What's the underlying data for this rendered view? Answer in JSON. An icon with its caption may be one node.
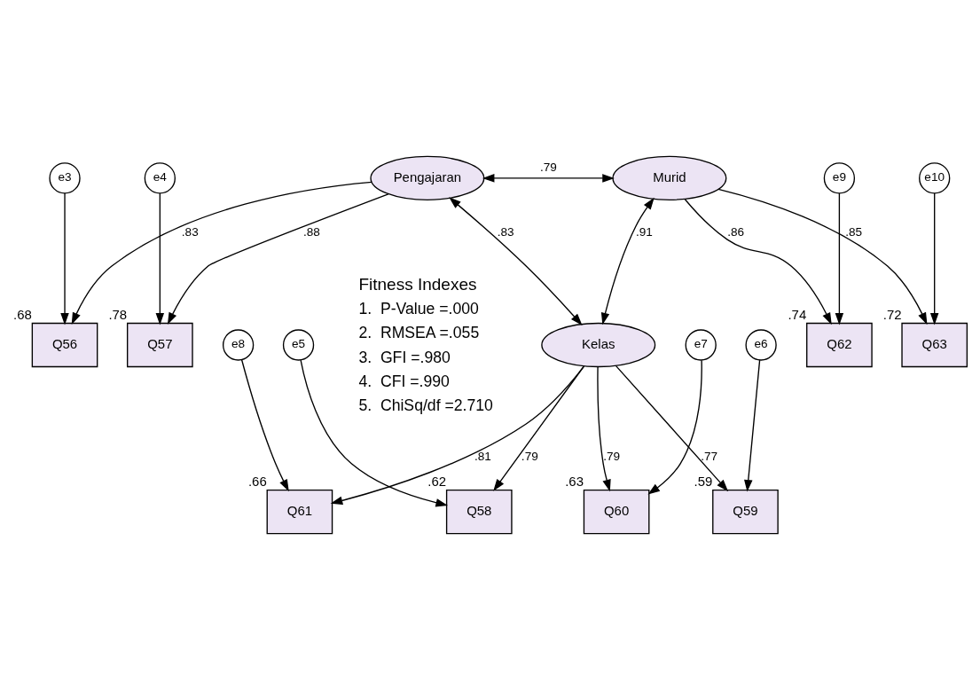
{
  "diagram": {
    "nodes": [
      {
        "text": [
          "e3"
        ]
      },
      {
        "text": [
          "Q56"
        ],
        "beside": [
          ".68"
        ]
      },
      {
        "text": [
          "Pengajaran"
        ]
      },
      {
        "text": [
          "Murid"
        ]
      },
      {
        "text": [
          "Q63"
        ],
        "beside": [
          ".72"
        ]
      },
      {
        "text": [
          "e10"
        ]
      },
      {
        "text": [
          "e4"
        ]
      },
      {
        "text": [
          "Q57"
        ],
        "beside": [
          ".78"
        ]
      },
      {
        "text": [
          "Q62"
        ],
        "beside": [
          ".74"
        ]
      },
      {
        "text": [
          "e9"
        ]
      },
      {
        "text": [
          "Kelas"
        ]
      },
      {
        "text": [
          "Q58"
        ],
        "beside": [
          ".62"
        ]
      },
      {
        "text": [
          "Q59"
        ],
        "beside": [
          ".59"
        ]
      },
      {
        "text": [
          "Q60"
        ],
        "beside": [
          ".63"
        ]
      },
      {
        "text": [
          "Q61"
        ],
        "beside": [
          ".66"
        ]
      },
      {
        "text": [
          "e5"
        ]
      },
      {
        "text": [
          "e6"
        ]
      },
      {
        "text": [
          "e7"
        ]
      },
      {
        "text": [
          "e8"
        ]
      }
    ],
    "edges": [
      {
        "from": 0,
        "to": 1,
        "arrow": "to"
      },
      {
        "from": 2,
        "to": 1,
        "arrow": "to",
        "label": ".83"
      },
      {
        "from": 2,
        "to": 7,
        "arrow": "to",
        "label": ".88"
      },
      {
        "from": 6,
        "to": 7,
        "arrow": "to"
      },
      {
        "from": 2,
        "to": 3,
        "arrow": "both",
        "label": ".79"
      },
      {
        "from": 3,
        "to": 4,
        "arrow": "to",
        "label": ".85"
      },
      {
        "from": 3,
        "to": 8,
        "arrow": "to",
        "label": ".86"
      },
      {
        "from": 5,
        "to": 4,
        "arrow": "to"
      },
      {
        "from": 9,
        "to": 8,
        "arrow": "to"
      },
      {
        "from": 2,
        "to": 10,
        "arrow": "both",
        "label": ".83"
      },
      {
        "from": 3,
        "to": 10,
        "arrow": "both",
        "label": ".91"
      },
      {
        "from": 10,
        "to": 11,
        "arrow": "to",
        "label": ".79"
      },
      {
        "from": 10,
        "to": 12,
        "arrow": "to",
        "label": ".77"
      },
      {
        "from": 10,
        "to": 13,
        "arrow": "to",
        "label": ".79"
      },
      {
        "from": 10,
        "to": 14,
        "arrow": "to",
        "label": ".81"
      },
      {
        "from": 15,
        "to": 11,
        "arrow": "to"
      },
      {
        "from": 16,
        "to": 12,
        "arrow": "to"
      },
      {
        "from": 17,
        "to": 13,
        "arrow": "to"
      },
      {
        "from": 18,
        "to": 14,
        "arrow": "to"
      }
    ],
    "labels": [
      "Fitness Indexes",
      "1.",
      "P-Value =.000",
      "2.",
      "RMSEA =.055",
      "3.",
      "GFI =.980",
      "4.",
      "CFI =.990",
      "5.",
      "ChiSq/df =2.710"
    ]
  }
}
